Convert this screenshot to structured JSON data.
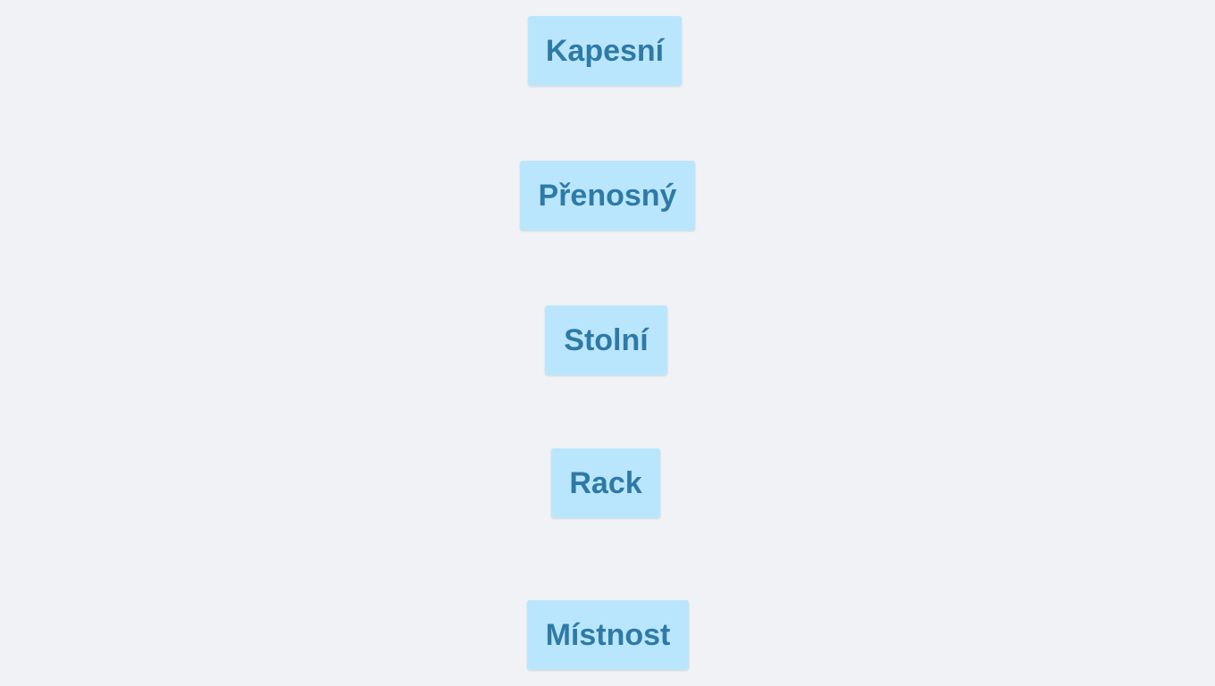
{
  "options": [
    {
      "label": "Kapesní"
    },
    {
      "label": "Přenosný"
    },
    {
      "label": "Stolní"
    },
    {
      "label": "Rack"
    },
    {
      "label": "Místnost"
    }
  ],
  "colors": {
    "background": "#f0f2f5",
    "button_background": "#bae6fd",
    "button_text": "#2e7aa6"
  }
}
